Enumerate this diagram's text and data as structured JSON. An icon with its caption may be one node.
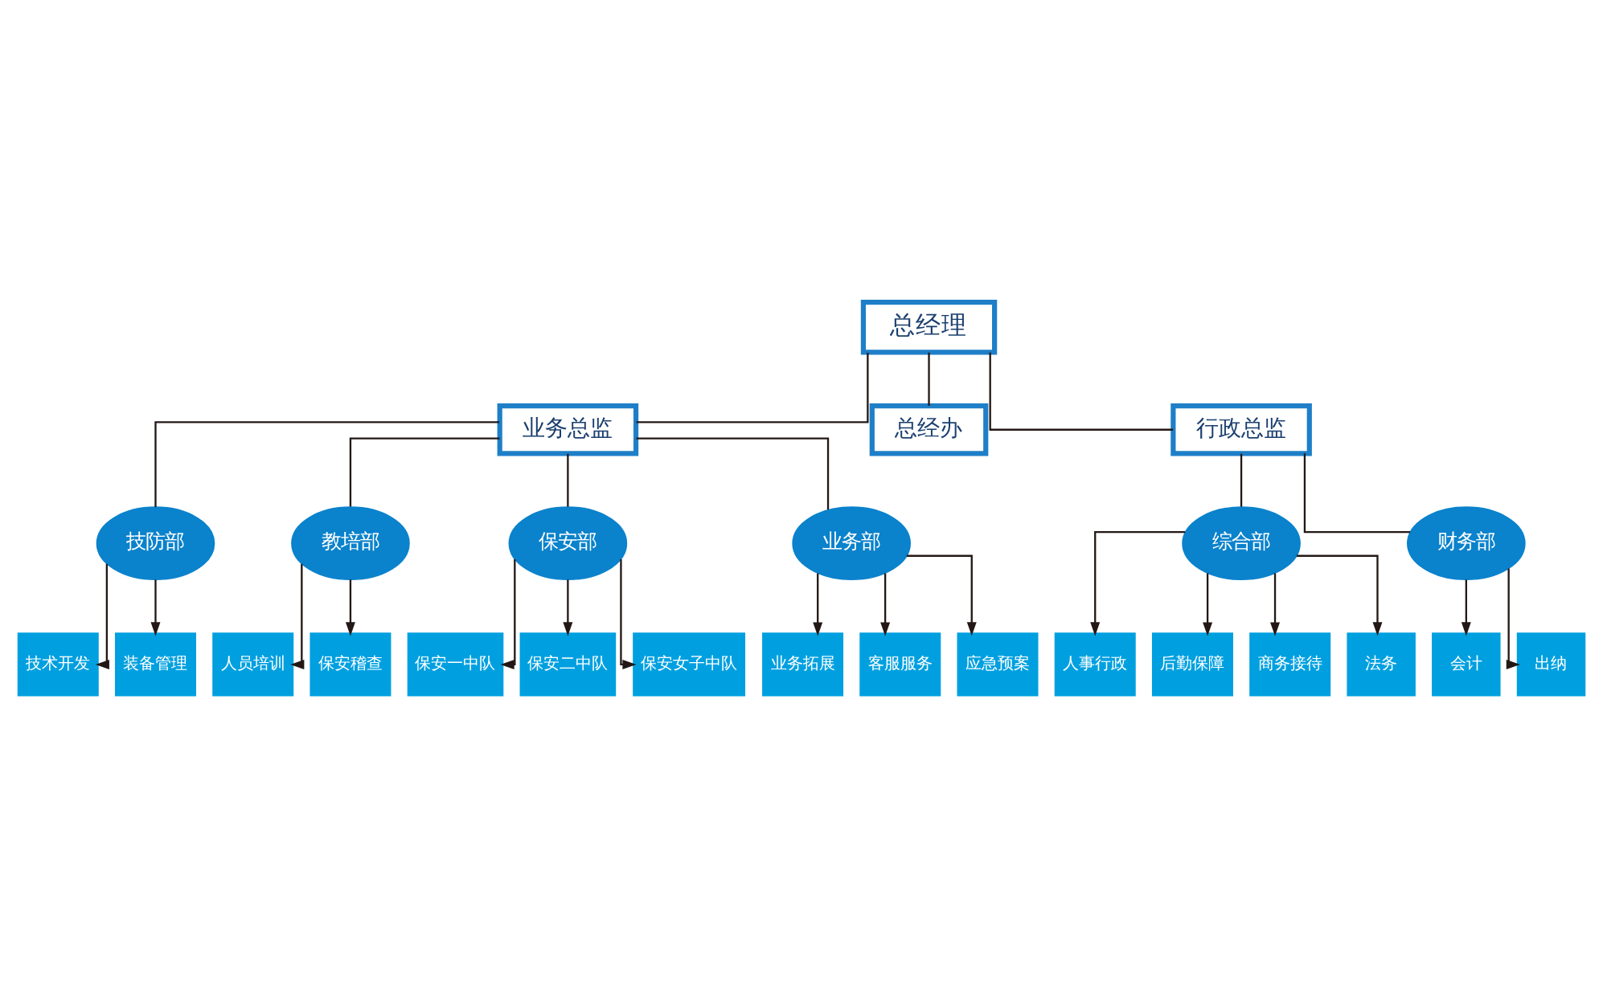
{
  "diagram": {
    "nodes": [
      {
        "text": [
          "总经理"
        ]
      },
      {
        "text": [
          "业务总监"
        ]
      },
      {
        "text": [
          "总经办"
        ]
      },
      {
        "text": [
          "行政总监"
        ]
      },
      {
        "text": [
          "技防部"
        ]
      },
      {
        "text": [
          "教培部"
        ]
      },
      {
        "text": [
          "保安部"
        ]
      },
      {
        "text": [
          "业务部"
        ]
      },
      {
        "text": [
          "综合部"
        ]
      },
      {
        "text": [
          "财务部"
        ]
      },
      {
        "text": [
          "技术开发"
        ]
      },
      {
        "text": [
          "装备管理"
        ]
      },
      {
        "text": [
          "人员培训"
        ]
      },
      {
        "text": [
          "保安稽查"
        ]
      },
      {
        "text": [
          "保安一中队"
        ]
      },
      {
        "text": [
          "保安二中队"
        ]
      },
      {
        "text": [
          "保安女子中队"
        ]
      },
      {
        "text": [
          "业务拓展"
        ]
      },
      {
        "text": [
          "客服服务"
        ]
      },
      {
        "text": [
          "应急预案"
        ]
      },
      {
        "text": [
          "人事行政"
        ]
      },
      {
        "text": [
          "后勤保障"
        ]
      },
      {
        "text": [
          "商务接待"
        ]
      },
      {
        "text": [
          "法务"
        ]
      },
      {
        "text": [
          "会计"
        ]
      },
      {
        "text": [
          "出纳"
        ]
      }
    ],
    "edges": [
      {
        "from": 0,
        "to": 1,
        "arrow": "none"
      },
      {
        "from": 0,
        "to": 2,
        "arrow": "none"
      },
      {
        "from": 0,
        "to": 3,
        "arrow": "none"
      },
      {
        "from": 1,
        "to": 4,
        "arrow": "none"
      },
      {
        "from": 1,
        "to": 5,
        "arrow": "none"
      },
      {
        "from": 1,
        "to": 6,
        "arrow": "none"
      },
      {
        "from": 1,
        "to": 7,
        "arrow": "none"
      },
      {
        "from": 3,
        "to": 8,
        "arrow": "none"
      },
      {
        "from": 3,
        "to": 9,
        "arrow": "none"
      },
      {
        "from": 4,
        "to": 10,
        "arrow": "to"
      },
      {
        "from": 4,
        "to": 11,
        "arrow": "to"
      },
      {
        "from": 5,
        "to": 12,
        "arrow": "to"
      },
      {
        "from": 5,
        "to": 13,
        "arrow": "to"
      },
      {
        "from": 6,
        "to": 14,
        "arrow": "to"
      },
      {
        "from": 6,
        "to": 15,
        "arrow": "to"
      },
      {
        "from": 6,
        "to": 16,
        "arrow": "to"
      },
      {
        "from": 7,
        "to": 17,
        "arrow": "to"
      },
      {
        "from": 7,
        "to": 18,
        "arrow": "to"
      },
      {
        "from": 7,
        "to": 19,
        "arrow": "to"
      },
      {
        "from": 8,
        "to": 20,
        "arrow": "to"
      },
      {
        "from": 8,
        "to": 21,
        "arrow": "to"
      },
      {
        "from": 8,
        "to": 22,
        "arrow": "to"
      },
      {
        "from": 8,
        "to": 23,
        "arrow": "to"
      },
      {
        "from": 9,
        "to": 24,
        "arrow": "to"
      },
      {
        "from": 9,
        "to": 25,
        "arrow": "to"
      }
    ]
  }
}
